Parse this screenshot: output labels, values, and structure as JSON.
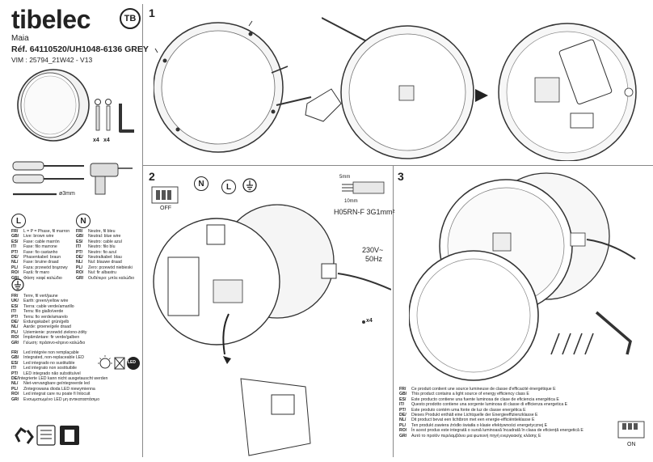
{
  "header": {
    "brand": "tibelec",
    "logo_text": "TB",
    "model": "Maia",
    "reference": "Réf. 64110520/UH1048-6136 GREY",
    "vim": "VIM : 25794_21W42 - V13"
  },
  "parts": {
    "screws_count": "x4",
    "plugs_count": "x4",
    "drill_size": "ø3mm"
  },
  "steps": {
    "step1": "1",
    "step2": "2",
    "step3": "3"
  },
  "step2": {
    "symbol_n": "N",
    "symbol_l": "L",
    "symbol_earth": "⏚",
    "switch_label": "OFF",
    "wire_5mm": "5mm",
    "wire_10mm": "10mm",
    "cable_type": "H05RN-F 3G1mm²",
    "voltage": "230V~",
    "frequency": "50Hz",
    "screws_count": "x4"
  },
  "step3": {
    "switch_label": "ON"
  },
  "legend": {
    "live_symbol": "L",
    "neutral_symbol": "N",
    "live": [
      {
        "code": "FR/",
        "text": "L = P = Phase, fil marron"
      },
      {
        "code": "GB/",
        "text": "Live: brown wire"
      },
      {
        "code": "ES/",
        "text": "Fase: cable marrón"
      },
      {
        "code": "IT/",
        "text": "Fase: filo marrone"
      },
      {
        "code": "PT/",
        "text": "Fase: fio castanho"
      },
      {
        "code": "DE/",
        "text": "Phasenkabel: braun"
      },
      {
        "code": "NL/",
        "text": "Fase: bruine draad"
      },
      {
        "code": "PL/",
        "text": "Faza: przewód brązowy"
      },
      {
        "code": "RO/",
        "text": "Fază: fir maro"
      },
      {
        "code": "GR/",
        "text": "Φάση: καφέ καλώδιο"
      }
    ],
    "neutral": [
      {
        "code": "FR/",
        "text": "Neutre, fil bleu"
      },
      {
        "code": "GB/",
        "text": "Neutral: blue wire"
      },
      {
        "code": "ES/",
        "text": "Neutro: cable azul"
      },
      {
        "code": "IT/",
        "text": "Neutro: filo blu"
      },
      {
        "code": "PT/",
        "text": "Neutro: fio azul"
      },
      {
        "code": "DE/",
        "text": "Neutralkabel: blau"
      },
      {
        "code": "NL/",
        "text": "Nul: blauwe draad"
      },
      {
        "code": "PL/",
        "text": "Zero: przewód niebieski"
      },
      {
        "code": "RO/",
        "text": "Nul: fir albastru"
      },
      {
        "code": "GR/",
        "text": "Ουδέτερο: μπλε καλώδιο"
      }
    ],
    "earth": [
      {
        "code": "FR/",
        "text": "Terre, fil vert/jaune"
      },
      {
        "code": "UK/",
        "text": "Earth: green/yellow wire"
      },
      {
        "code": "ES/",
        "text": "Tierra: cable verde/amarillo"
      },
      {
        "code": "IT/",
        "text": "Terra: filo giallo/verde"
      },
      {
        "code": "PT/",
        "text": "Terra: fio verde/amarelo"
      },
      {
        "code": "DE/",
        "text": "Erdungskabel: grün/gelb"
      },
      {
        "code": "NL/",
        "text": "Aarde: groene/gele draad"
      },
      {
        "code": "PL/",
        "text": "Uziemienie: przewód zielono-żółty"
      },
      {
        "code": "RO/",
        "text": "Împământare: fir verde/galben"
      },
      {
        "code": "GR/",
        "text": "Γείωση: πράσινο-κίτρινο καλώδιο"
      }
    ],
    "led": [
      {
        "code": "FR/",
        "text": "Led intégrée non remplaçable"
      },
      {
        "code": "GB/",
        "text": "Integrated, non-replaceable LED"
      },
      {
        "code": "ES/",
        "text": "Led integrado no sustituible"
      },
      {
        "code": "IT/",
        "text": "Led integrato non sostituibile"
      },
      {
        "code": "PT/",
        "text": "LED integrado não substituível"
      },
      {
        "code": "DE/",
        "text": "Integrierte LED kann nicht ausgetauscht werden"
      },
      {
        "code": "NL/",
        "text": "Niet-vervangbare geïntegreerde led"
      },
      {
        "code": "PL/",
        "text": "Zintegrowana dioda LED niewymienna"
      },
      {
        "code": "RO/",
        "text": "Led integrat care nu poate fi înlocuit"
      },
      {
        "code": "GR/",
        "text": "Ενσωματωμένο LED μη αντικαταστάσιμο"
      }
    ],
    "led_icon_text": "LED"
  },
  "energy": [
    {
      "code": "FR/",
      "text": "Ce produit contient une source lumineuse de classe d'efficacité énergétique E"
    },
    {
      "code": "GB/",
      "text": "This product contains a light source of energy efficiency class E"
    },
    {
      "code": "ES/",
      "text": "Este producto contiene una fuente luminosa de clase de eficiencia energética E"
    },
    {
      "code": "IT/",
      "text": "Questo prodotto contiene una sorgente luminosa di classe di efficienza energetica E"
    },
    {
      "code": "PT/",
      "text": "Este produto contém uma fonte de luz de classe energética E"
    },
    {
      "code": "DE/",
      "text": "Dieses Produkt enthält eine Lichtquelle der Energieeffizienzklasse E"
    },
    {
      "code": "NL/",
      "text": "Dit product bevat een lichtbron met een energie-efficiëntieklasse E"
    },
    {
      "code": "PL/",
      "text": "Ten produkt zawiera źródło światła o klasie efektywności energetycznej E"
    },
    {
      "code": "RO/",
      "text": "În acest produs este integrată o sursă luminoasă încadrată în clasa de eficiență energetică E"
    },
    {
      "code": "GR/",
      "text": "Αυτό το προϊόν περιλαμβάνει μια φωτεινή πηγή ενεργειακής κλάσης E"
    }
  ]
}
